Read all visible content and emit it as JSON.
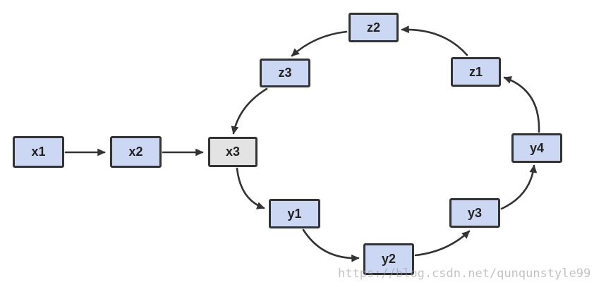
{
  "diagram": {
    "nodes": [
      {
        "id": "x1",
        "label": "x1",
        "variant": "blue"
      },
      {
        "id": "x2",
        "label": "x2",
        "variant": "blue"
      },
      {
        "id": "x3",
        "label": "x3",
        "variant": "gray"
      },
      {
        "id": "y1",
        "label": "y1",
        "variant": "blue"
      },
      {
        "id": "y2",
        "label": "y2",
        "variant": "blue"
      },
      {
        "id": "y3",
        "label": "y3",
        "variant": "blue"
      },
      {
        "id": "y4",
        "label": "y4",
        "variant": "blue"
      },
      {
        "id": "z1",
        "label": "z1",
        "variant": "blue"
      },
      {
        "id": "z2",
        "label": "z2",
        "variant": "blue"
      },
      {
        "id": "z3",
        "label": "z3",
        "variant": "blue"
      }
    ],
    "edges": [
      {
        "from": "x1",
        "to": "x2"
      },
      {
        "from": "x2",
        "to": "x3"
      },
      {
        "from": "x3",
        "to": "y1"
      },
      {
        "from": "y1",
        "to": "y2"
      },
      {
        "from": "y2",
        "to": "y3"
      },
      {
        "from": "y3",
        "to": "y4"
      },
      {
        "from": "y4",
        "to": "z1"
      },
      {
        "from": "z1",
        "to": "z2"
      },
      {
        "from": "z2",
        "to": "z3"
      },
      {
        "from": "z3",
        "to": "x3"
      }
    ]
  },
  "watermark": "https://blog.csdn.net/qunqunstyle99",
  "colors": {
    "background": "#ffffff",
    "node_fill": "#ccd8f3",
    "node_fill_highlight": "#e3e3e3",
    "node_border": "#333333",
    "arrow": "#333333",
    "watermark_text": "#9b9b9b"
  }
}
